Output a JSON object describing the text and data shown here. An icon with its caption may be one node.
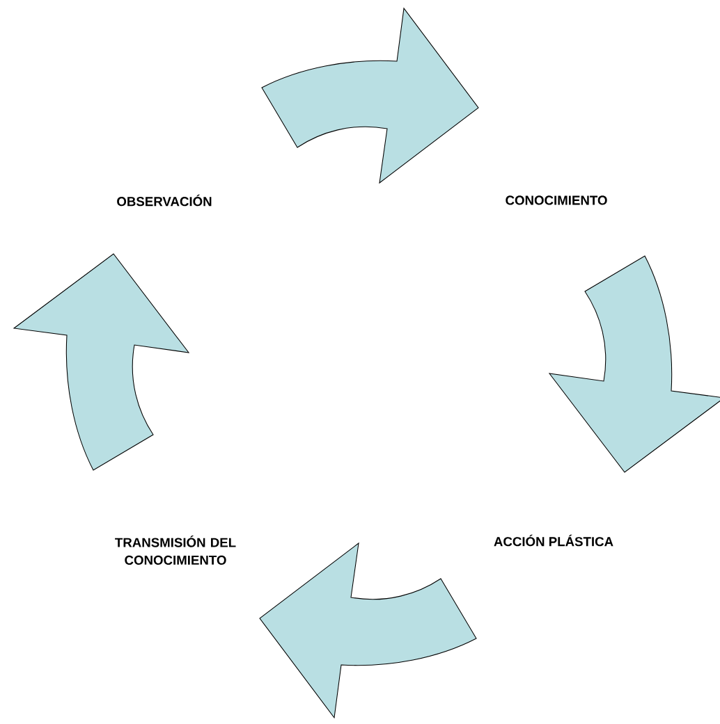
{
  "diagram": {
    "nodes": [
      {
        "text": [
          "OBSERVACIÓN"
        ]
      },
      {
        "text": [
          "CONOCIMIENTO"
        ]
      },
      {
        "text": [
          "ACCIÓN PLÁSTICA"
        ]
      },
      {
        "text": [
          "TRANSMISIÓN DEL CONOCIMIENTO"
        ]
      }
    ],
    "edges": [
      {
        "from": 0,
        "to": 1,
        "arrow": "to"
      },
      {
        "from": 1,
        "to": 2,
        "arrow": "to"
      },
      {
        "from": 2,
        "to": 3,
        "arrow": "to"
      },
      {
        "from": 3,
        "to": 0,
        "arrow": "to"
      }
    ]
  }
}
